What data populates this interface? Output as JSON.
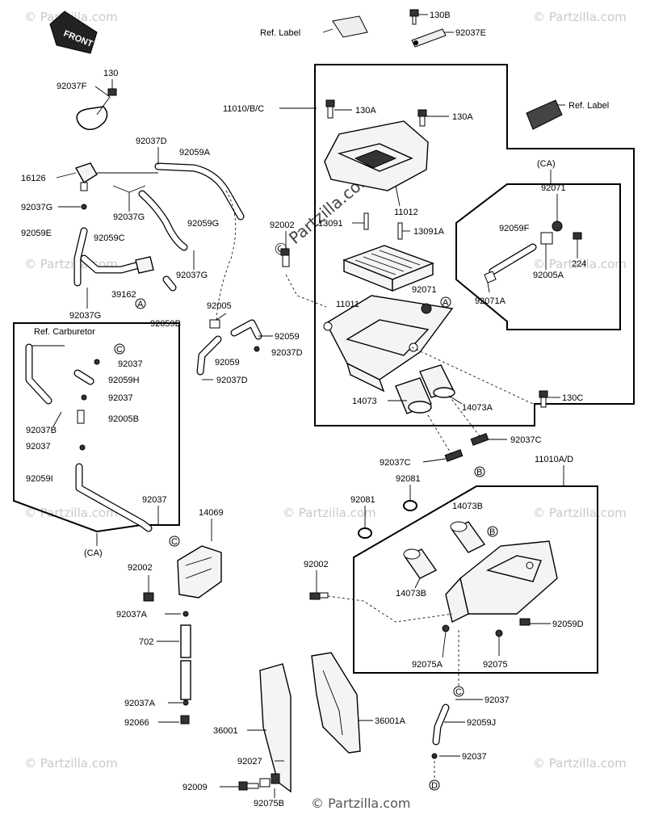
{
  "watermark": "© Partzilla.com",
  "front_arrow": "FRONT",
  "section_labels": {
    "ca_top": "(CA)",
    "ca_left": "(CA)"
  },
  "ref_labels": {
    "label_top": "Ref. Label",
    "label_right": "Ref. Label",
    "carburetor": "Ref. Carburetor"
  },
  "callouts": {
    "a": "A",
    "b": "B",
    "c": "C",
    "d": "D"
  },
  "part_numbers": {
    "p130B": "130B",
    "p92037E": "92037E",
    "p130": "130",
    "p92037F": "92037F",
    "p11010BC": "11010/B/C",
    "p130A_1": "130A",
    "p130A_2": "130A",
    "p92037D": "92037D",
    "p92059A": "92059A",
    "p16126": "16126",
    "p92037G_1": "92037G",
    "p92037G_2": "92037G",
    "p92059G": "92059G",
    "p92002_1": "92002",
    "p13091": "13091",
    "p13091A": "13091A",
    "p11012": "11012",
    "p92071_1": "92071",
    "p92059F": "92059F",
    "p224": "224",
    "p92005A": "92005A",
    "p92071A": "92071A",
    "p92059E": "92059E",
    "p92059C": "92059C",
    "p92037G_3": "92037G",
    "p39162": "39162",
    "p92037G_4": "92037G",
    "p92059B": "92059B",
    "p92005": "92005",
    "p92059_1": "92059",
    "p92037D_2": "92037D",
    "p92059_2": "92059",
    "p92037D_3": "92037D",
    "p11011": "11011",
    "p92071_2": "92071",
    "p92037_1": "92037",
    "p92059H": "92059H",
    "p92037_2": "92037",
    "p92037B": "92037B",
    "p92005B": "92005B",
    "p92037_3": "92037",
    "p92059I": "92059I",
    "p92037_4": "92037",
    "p14073": "14073",
    "p14073A": "14073A",
    "p130C": "130C",
    "p92037C_1": "92037C",
    "p92037C_2": "92037C",
    "p11010AD": "11010A/D",
    "p92081_1": "92081",
    "p92081_2": "92081",
    "p14073B_1": "14073B",
    "p14073B_2": "14073B",
    "p14069": "14069",
    "p92002_2": "92002",
    "p92037A_1": "92037A",
    "p92002_3": "92002",
    "p702": "702",
    "p92059D": "92059D",
    "p92075A": "92075A",
    "p92075": "92075",
    "p92037A_2": "92037A",
    "p92066": "92066",
    "p92037_5": "92037",
    "p36001": "36001",
    "p36001A": "36001A",
    "p92059J": "92059J",
    "p92027": "92027",
    "p92037_6": "92037",
    "p92009": "92009",
    "p92075B": "92075B"
  }
}
